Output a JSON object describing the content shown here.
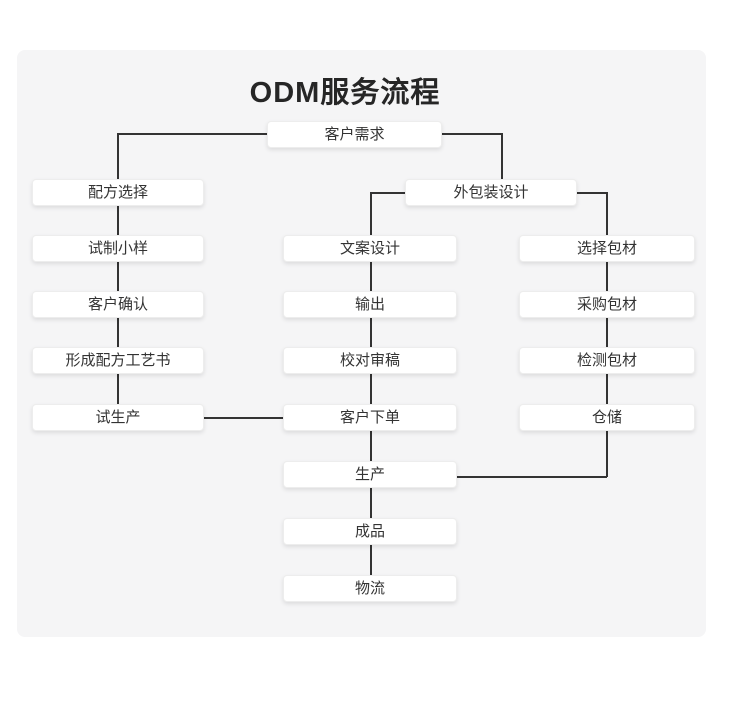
{
  "title": "ODM服务流程",
  "colors": {
    "page_background": "#ffffff",
    "panel_background": "#f5f5f6",
    "node_background": "#ffffff",
    "node_border": "#ededed",
    "connector_line": "#333333",
    "title_text": "#262626",
    "node_text": "#333333"
  },
  "diagram": {
    "nodes": {
      "customer_demand": "客户需求",
      "formula_selection": "配方选择",
      "trial_sample": "试制小样",
      "customer_confirmation": "客户确认",
      "formula_process_book": "形成配方工艺书",
      "trial_production": "试生产",
      "packaging_design": "外包装设计",
      "copy_design": "文案设计",
      "output": "输出",
      "proofreading": "校对审稿",
      "customer_order": "客户下单",
      "production": "生产",
      "finished_product": "成品",
      "logistics": "物流",
      "select_packaging": "选择包材",
      "purchase_packaging": "采购包材",
      "inspect_packaging": "检测包材",
      "warehousing": "仓储"
    },
    "edges": [
      "customer_demand -> formula_selection",
      "customer_demand -> packaging_design",
      "formula_selection -> trial_sample",
      "trial_sample -> customer_confirmation",
      "customer_confirmation -> formula_process_book",
      "formula_process_book -> trial_production",
      "trial_production -> customer_order",
      "packaging_design -> copy_design",
      "packaging_design -> select_packaging",
      "copy_design -> output",
      "output -> proofreading",
      "proofreading -> customer_order",
      "customer_order -> production",
      "production -> finished_product",
      "finished_product -> logistics",
      "select_packaging -> purchase_packaging",
      "purchase_packaging -> inspect_packaging",
      "inspect_packaging -> warehousing",
      "warehousing -> production"
    ]
  }
}
